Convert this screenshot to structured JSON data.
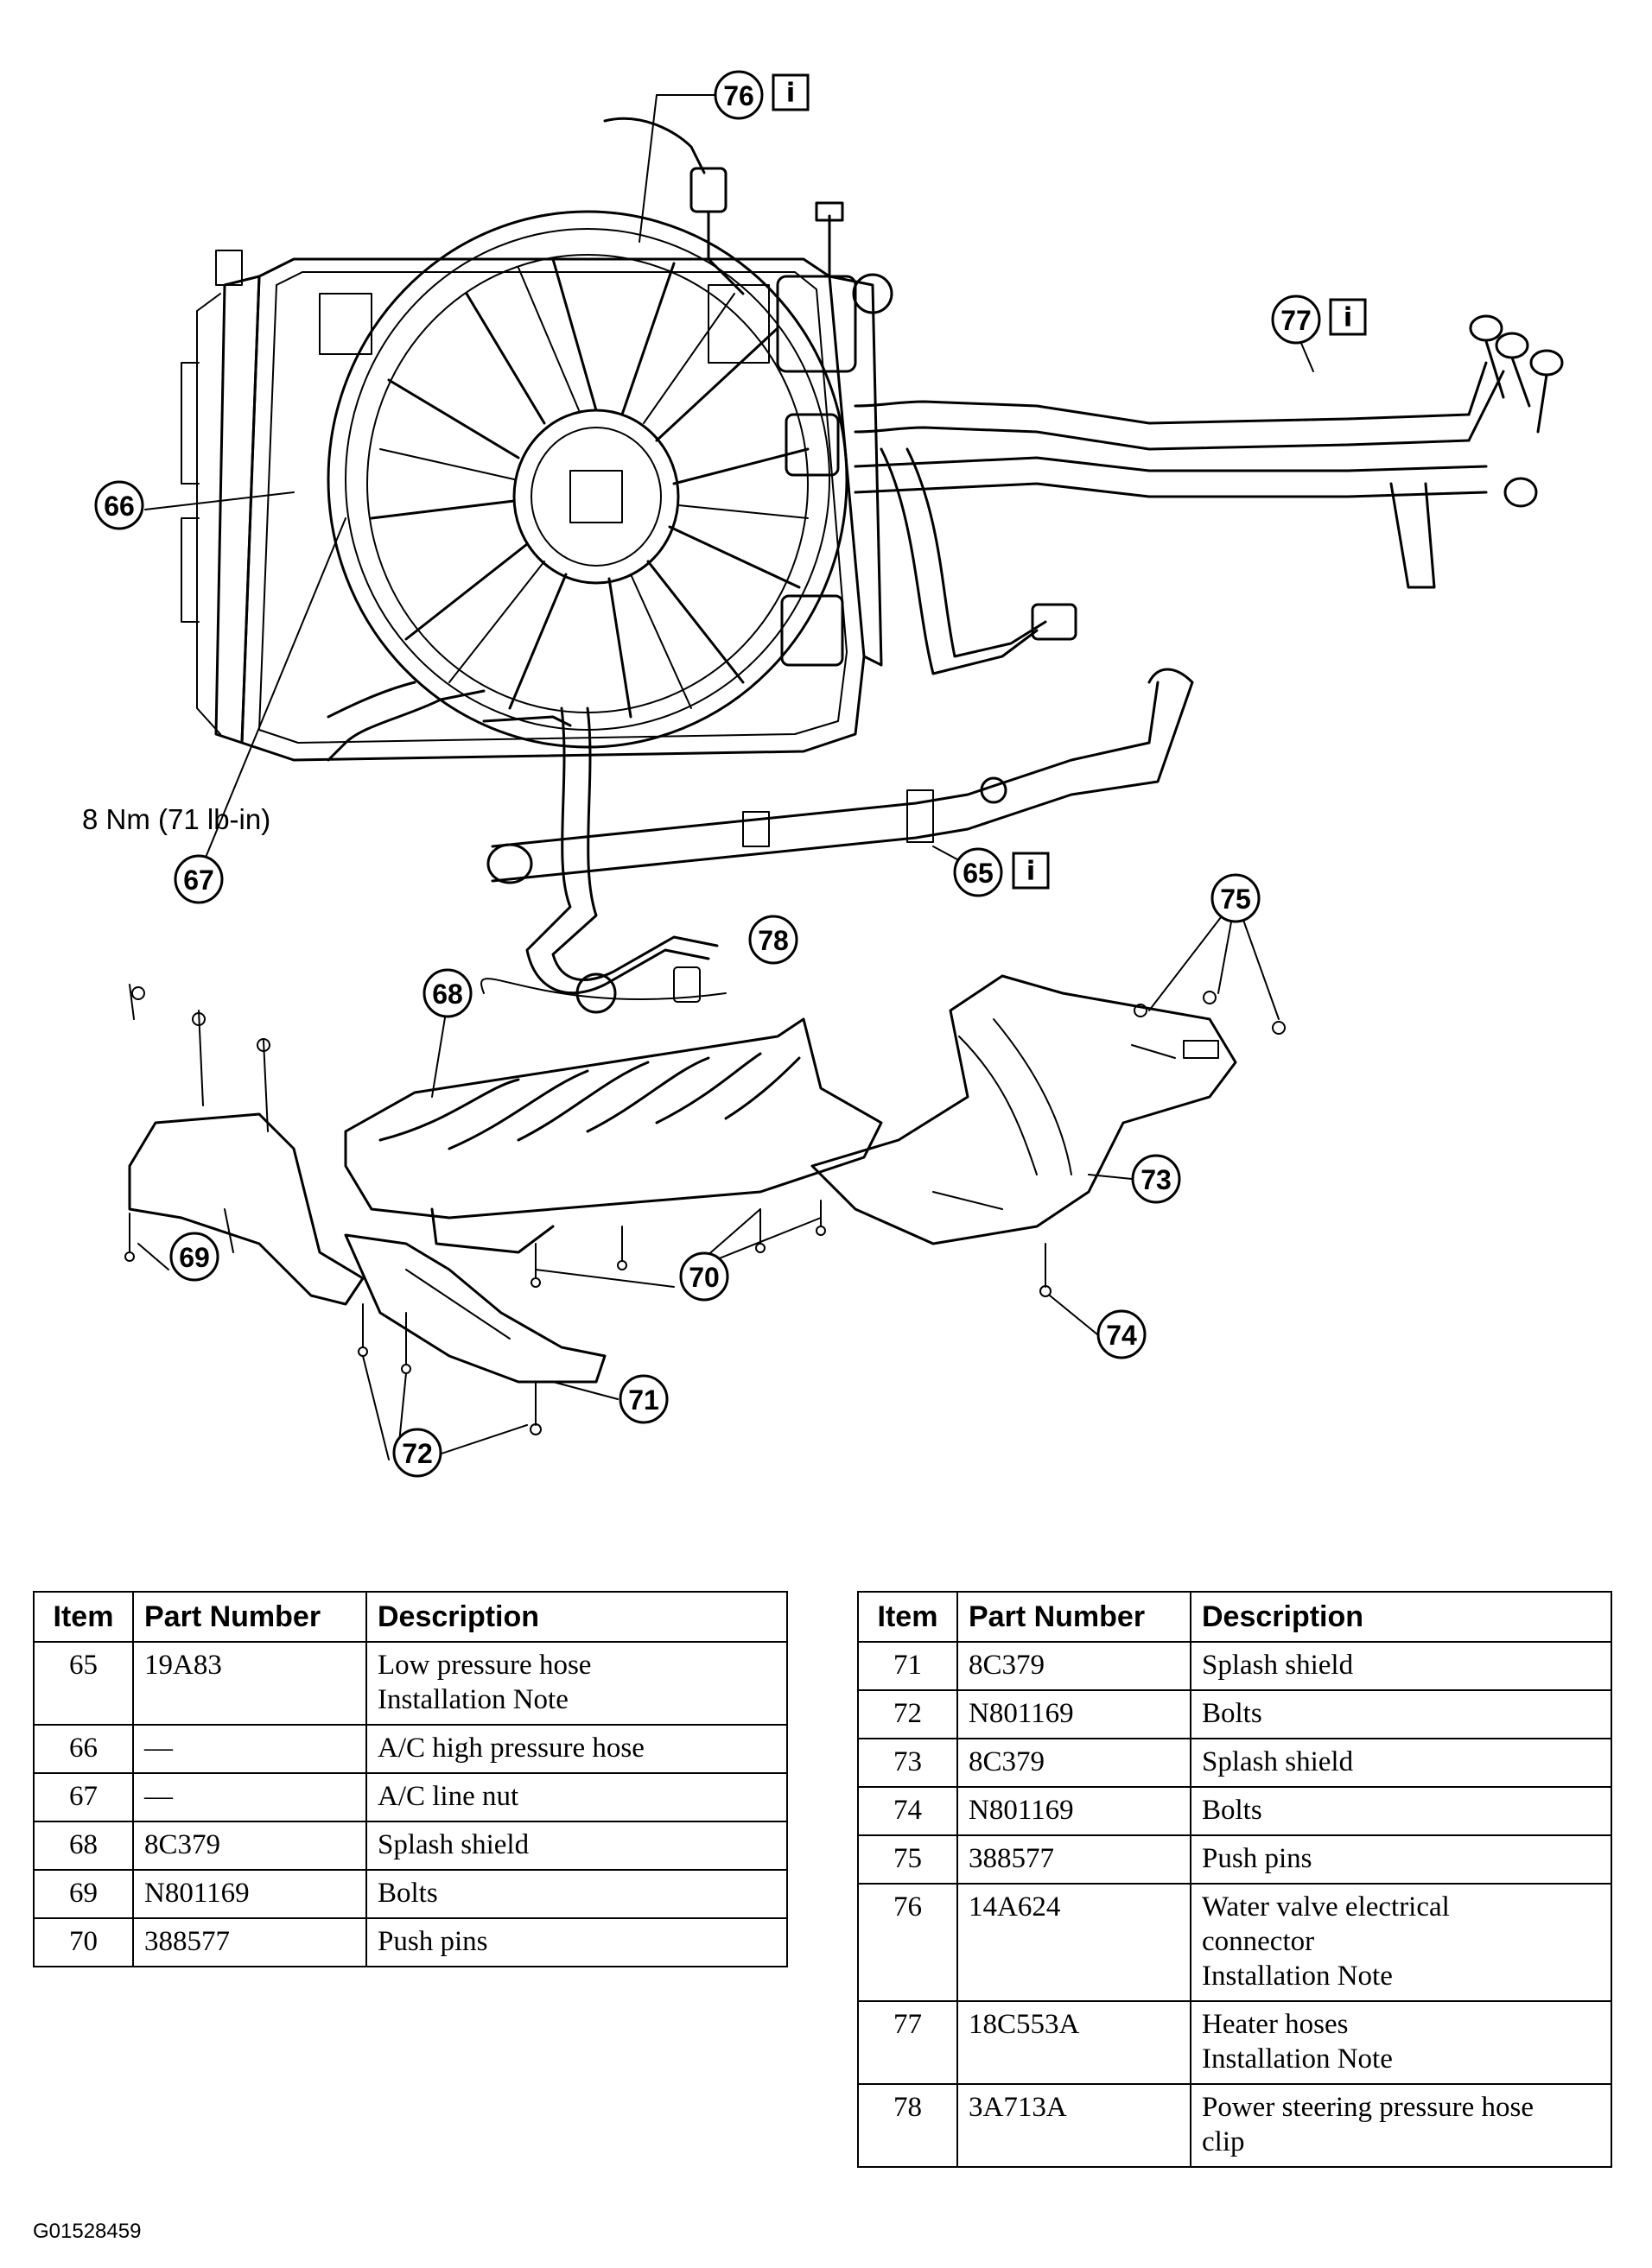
{
  "diagram": {
    "callouts": {
      "c65": "65",
      "c66": "66",
      "c67": "67",
      "c68": "68",
      "c69": "69",
      "c70": "70",
      "c71": "71",
      "c72": "72",
      "c73": "73",
      "c74": "74",
      "c75": "75",
      "c76": "76",
      "c77": "77",
      "c78": "78"
    },
    "info_symbol": "i",
    "torque_spec": "8 Nm (71 lb-in)"
  },
  "table_headers": {
    "item": "Item",
    "part_number": "Part Number",
    "description": "Description"
  },
  "parts_left": [
    {
      "item": "65",
      "part_number": "19A83",
      "description": "Low pressure hose\nInstallation Note"
    },
    {
      "item": "66",
      "part_number": "—",
      "description": "A/C high pressure hose"
    },
    {
      "item": "67",
      "part_number": "—",
      "description": "A/C line nut"
    },
    {
      "item": "68",
      "part_number": "8C379",
      "description": "Splash shield"
    },
    {
      "item": "69",
      "part_number": "N801169",
      "description": "Bolts"
    },
    {
      "item": "70",
      "part_number": "388577",
      "description": "Push pins"
    }
  ],
  "parts_right": [
    {
      "item": "71",
      "part_number": "8C379",
      "description": "Splash shield"
    },
    {
      "item": "72",
      "part_number": "N801169",
      "description": "Bolts"
    },
    {
      "item": "73",
      "part_number": "8C379",
      "description": "Splash shield"
    },
    {
      "item": "74",
      "part_number": "N801169",
      "description": "Bolts"
    },
    {
      "item": "75",
      "part_number": "388577",
      "description": "Push pins"
    },
    {
      "item": "76",
      "part_number": "14A624",
      "description": "Water valve electrical\nconnector\nInstallation Note"
    },
    {
      "item": "77",
      "part_number": "18C553A",
      "description": "Heater hoses\nInstallation Note"
    },
    {
      "item": "78",
      "part_number": "3A713A",
      "description": "Power steering pressure hose\nclip"
    }
  ],
  "figure_id": "G01528459"
}
